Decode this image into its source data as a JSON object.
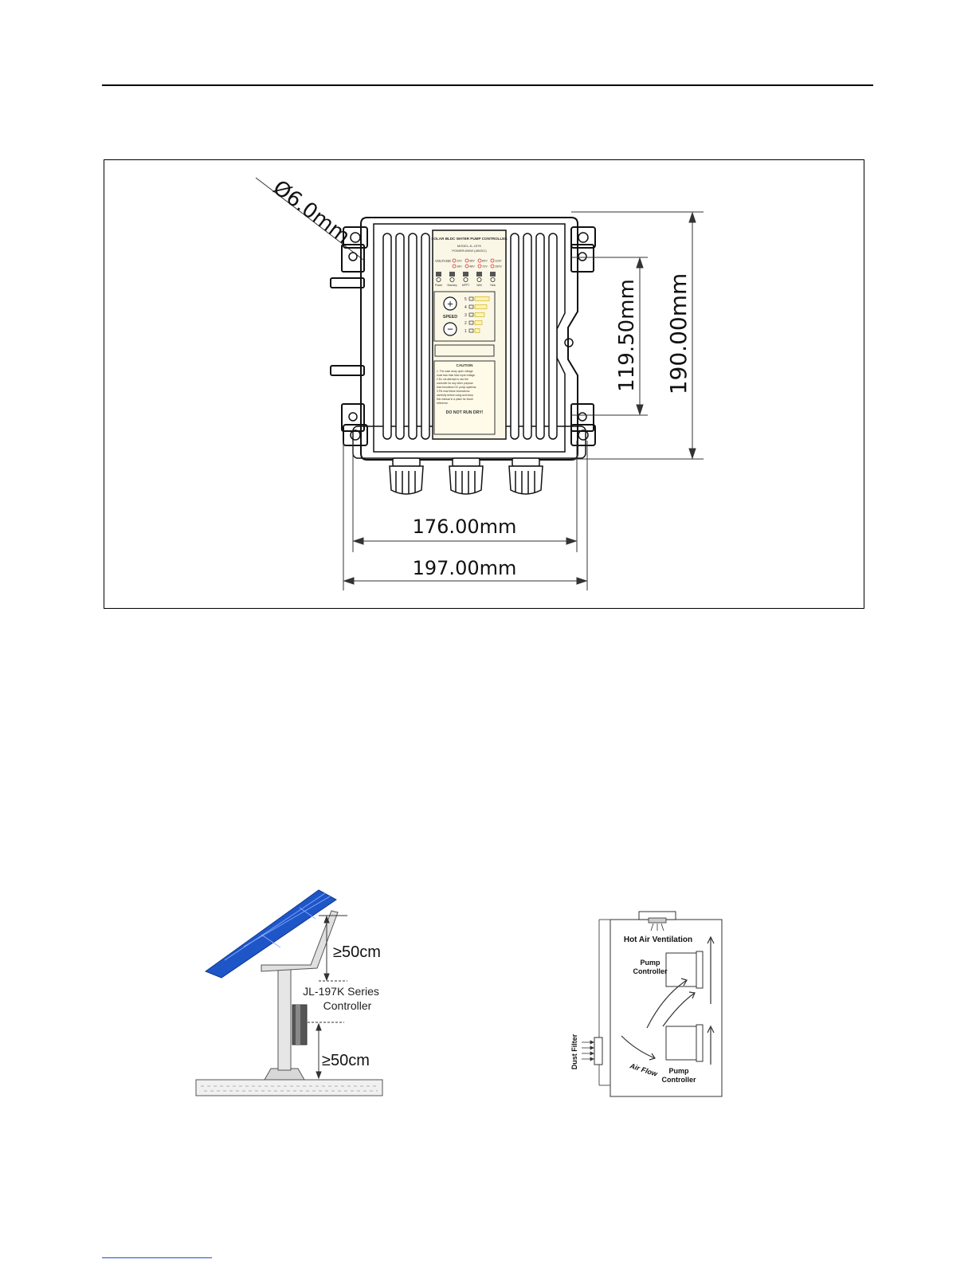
{
  "drawing": {
    "hole_diameter": "Ø6.0mm",
    "inner_height": "119.50mm",
    "outer_height": "190.00mm",
    "inner_width": "176.00mm",
    "outer_width": "197.00mm"
  },
  "panel": {
    "title": "SOLAR BLDC WATER PUMP CONTROLLER",
    "model": "MODEL:JL-197K",
    "power": "POWER:600W (48VDC)",
    "voltage_label": "VOLTAGE",
    "voltages_row1": [
      "12V",
      "36V",
      "60V",
      "110V"
    ],
    "voltages_row2": [
      "18V",
      "48V",
      "72V",
      "150V"
    ],
    "indicators": [
      "Power",
      "Standby",
      "MPPT",
      "Well",
      "Tank"
    ],
    "speed_label": "SPEED",
    "speed_plus": "+",
    "speed_minus": "−",
    "speed_levels": [
      "5",
      "4",
      "3",
      "2",
      "1"
    ],
    "caution_title": "CAUTION",
    "caution_lines": [
      "1. The solar array open voltage",
      "must less than Max input voltage.",
      "2.Do not attempt to use the",
      "controller for any other purpose",
      "than brushless DC pump systems.",
      "3.Pls read these instructions",
      "carefully before using and keep",
      "this manual in a place for future",
      "reference."
    ],
    "footer": "DO NOT RUN DRY!"
  },
  "installation": {
    "clearance_top": "≥50cm",
    "clearance_bottom": "≥50cm",
    "controller_label_1": "JL-197K Series",
    "controller_label_2": "Controller"
  },
  "ventilation": {
    "hot_air": "Hot Air Ventilation",
    "pump_top_1": "Pump",
    "pump_top_2": "Controller",
    "pump_bottom_1": "Pump",
    "pump_bottom_2": "Controller",
    "air_flow": "Air Flow",
    "dust_filter": "Dust Filter"
  },
  "colors": {
    "solar_panel": "#1e56c8",
    "panel_label_bg": "#fbf7e6",
    "footer_link": "#1f4fd1"
  }
}
